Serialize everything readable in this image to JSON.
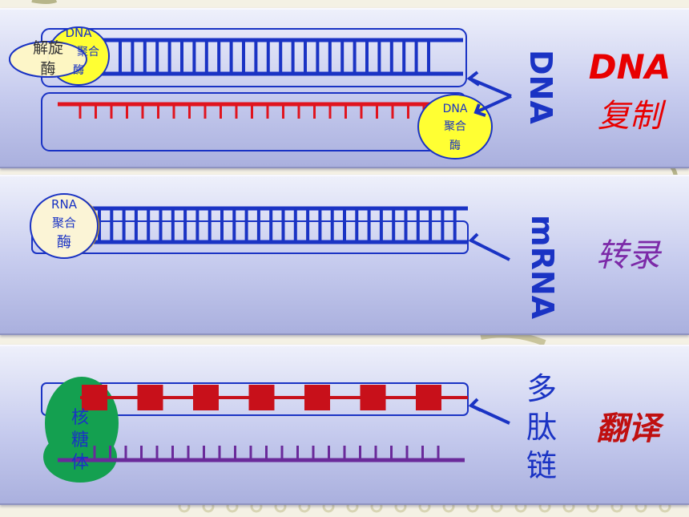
{
  "panels": [
    {
      "strand_label": "DNA",
      "process_label_latin": "DNA",
      "process_label_cjk": "复制",
      "enzymes": [
        {
          "lines": [
            "解旋",
            "酶"
          ]
        },
        {
          "lines": [
            "DNA",
            "聚合",
            "酶"
          ]
        },
        {
          "lines": [
            "DNA",
            "聚合",
            "酶"
          ]
        }
      ]
    },
    {
      "strand_label": "mRNA",
      "process_label": "转录",
      "enzymes": [
        {
          "lines": [
            "RNA",
            "聚合",
            "酶"
          ]
        }
      ]
    },
    {
      "strand_label": [
        "多",
        "肽",
        "链"
      ],
      "process_label": "翻译",
      "enzymes": [
        {
          "lines": [
            "核",
            "糖",
            "体"
          ]
        }
      ]
    }
  ],
  "colors": {
    "dna_blue": "#1a33c4",
    "new_strand_red": "#e0141e",
    "mrna_purple": "#6a2a9a",
    "amino_red": "#c8101a",
    "helicase_fill": "#fdf6c8",
    "polymerase_fill": "#ffff33",
    "ribosome_green": "#14a050",
    "label_red": "#e80000",
    "label_purple": "#7c2aa8",
    "label_darkred": "#c01010"
  }
}
